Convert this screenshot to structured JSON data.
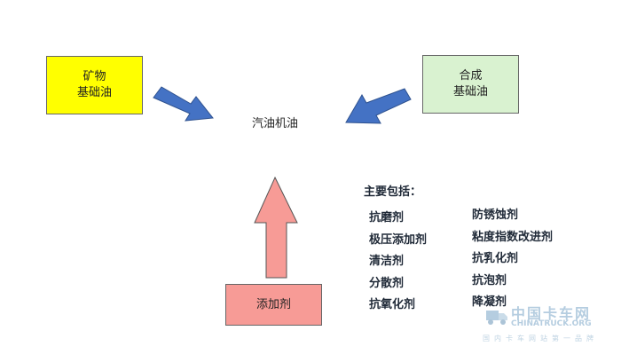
{
  "diagram": {
    "center_label": "汽油机油",
    "mineral_box": {
      "line1": "矿物",
      "line2": "基础油",
      "color": "#ffff00"
    },
    "synthetic_box": {
      "line1": "合成",
      "line2": "基础油",
      "color": "#d9f2d0"
    },
    "additive_box": {
      "label": "添加剂",
      "color": "#f79b96"
    },
    "arrow_colors": {
      "blue": "#4472c4",
      "pink": "#f79b96"
    }
  },
  "includes": {
    "title": "主要包括：",
    "left_items": [
      "抗磨剂",
      "极压添加剂",
      "清洁剂",
      "分散剂",
      "抗氧化剂"
    ],
    "right_items": [
      "防锈蚀剂",
      "粘度指数改进剂",
      "抗乳化剂",
      "抗泡剂",
      "降凝剂"
    ]
  },
  "watermark": {
    "main": "中国卡车网",
    "sub": "CHINATRUCK.ORG",
    "bottom": "国内卡车网站第一品牌"
  }
}
